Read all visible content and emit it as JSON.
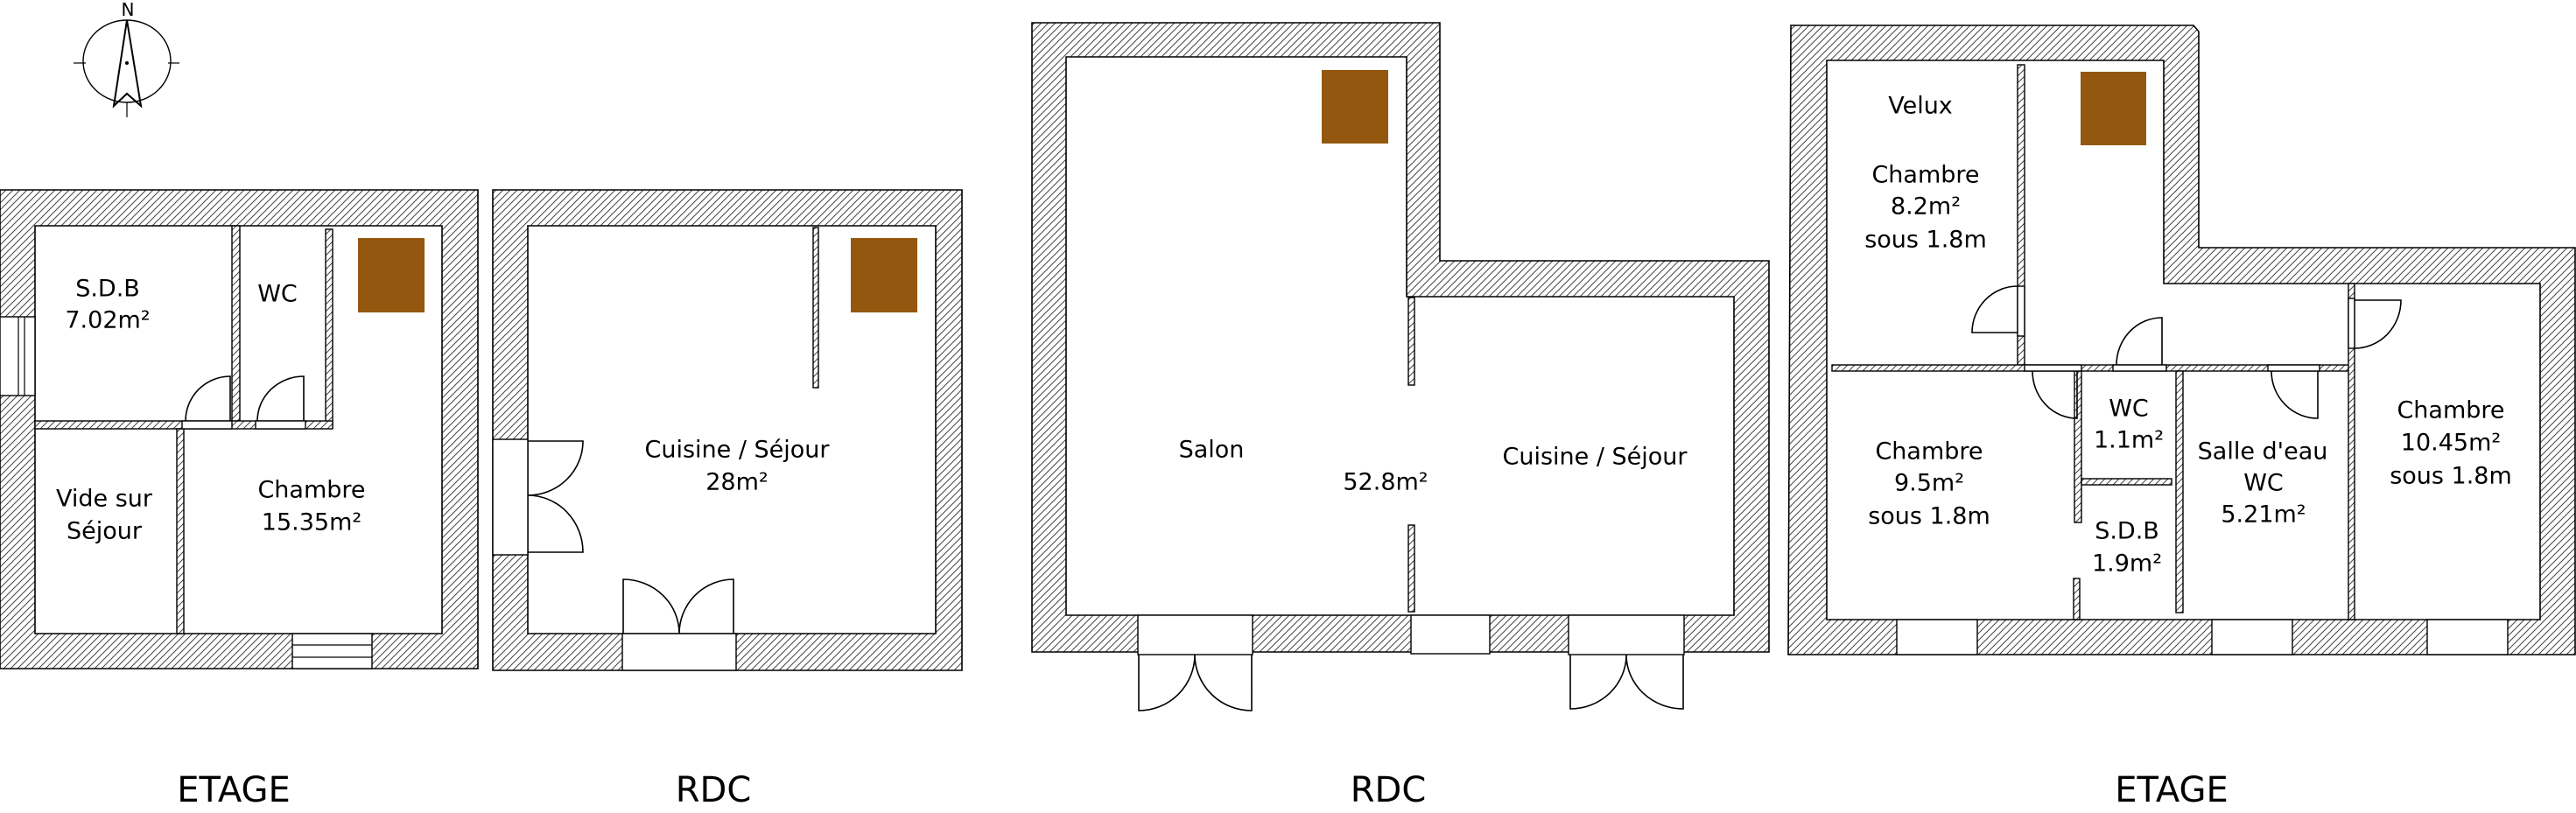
{
  "compass": {
    "north_label": "N"
  },
  "colors": {
    "fireplace": "#93570f",
    "hatch": "#444444"
  },
  "plans": [
    {
      "label": "ETAGE",
      "rooms": [
        {
          "lines": [
            "S.D.B",
            "7.02m²"
          ]
        },
        {
          "lines": [
            "WC"
          ]
        },
        {
          "lines": [
            "Vide sur",
            "Séjour"
          ]
        },
        {
          "lines": [
            "Chambre",
            "15.35m²"
          ]
        }
      ]
    },
    {
      "label": "RDC",
      "rooms": [
        {
          "lines": [
            "Cuisine / Séjour",
            "28m²"
          ]
        }
      ]
    },
    {
      "label": "RDC",
      "rooms": [
        {
          "lines": [
            "Salon"
          ]
        },
        {
          "lines": [
            "52.8m²"
          ]
        },
        {
          "lines": [
            "Cuisine / Séjour"
          ]
        }
      ]
    },
    {
      "label": "ETAGE",
      "rooms": [
        {
          "lines": [
            "Velux"
          ]
        },
        {
          "lines": [
            "Chambre",
            "8.2m²",
            "sous 1.8m"
          ]
        },
        {
          "lines": [
            "Chambre",
            "9.5m²",
            "sous 1.8m"
          ]
        },
        {
          "lines": [
            "WC",
            "1.1m²"
          ]
        },
        {
          "lines": [
            "S.D.B",
            "1.9m²"
          ]
        },
        {
          "lines": [
            "Salle d'eau",
            "WC",
            "5.21m²"
          ]
        },
        {
          "lines": [
            "Chambre",
            "10.45m²",
            "sous 1.8m"
          ]
        }
      ]
    }
  ]
}
